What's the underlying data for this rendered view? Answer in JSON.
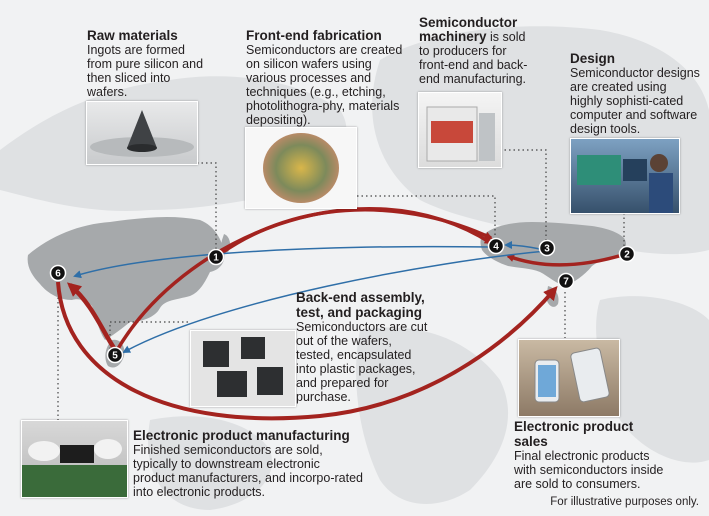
{
  "steps": [
    {
      "num": "1",
      "title": "Raw materials",
      "text": "Ingots are formed from pure silicon and then sliced into wafers."
    },
    {
      "num": "2",
      "title": "Design",
      "text": "Semiconductor designs are created using highly sophisti-cated computer and software design tools."
    },
    {
      "num": "3",
      "title": "Semiconductor machinery",
      "text": "is sold to producers for front-end and back-end manufacturing."
    },
    {
      "num": "4",
      "title": "Front-end fabrication",
      "text": "Semiconductors are created on silicon wafers using various processes and techniques (e.g., etching, photolithogra-phy, materials depositing)."
    },
    {
      "num": "5",
      "title": "Back-end assembly, test, and packaging",
      "text": "Semiconductors are cut out of the wafers, tested, encapsulated into plastic packages, and prepared for purchase."
    },
    {
      "num": "6",
      "title": "Electronic product manufacturing",
      "text": "Finished semiconductors are sold, typically to downstream electronic product manufacturers, and incorpo-rated into electronic products."
    },
    {
      "num": "7",
      "title": "Electronic product sales",
      "text": "Final electronic products with semiconductors inside are sold to consumers."
    }
  ],
  "footnote": "For illustrative purposes only.",
  "colors": {
    "flow": "#a3231f",
    "machinery_flow": "#2f6fa8",
    "map": "#a6a9ab",
    "map_light": "#dfe1e3",
    "marker": "#111111"
  }
}
